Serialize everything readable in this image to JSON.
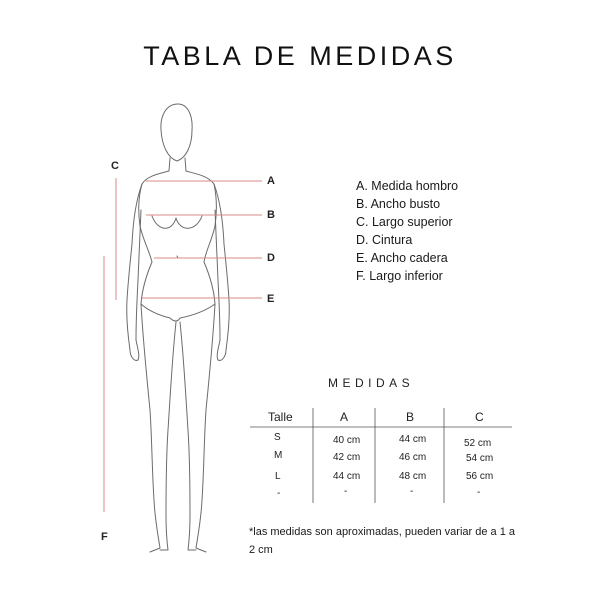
{
  "title": "TABLA DE MEDIDAS",
  "colors": {
    "measure_line": "#d88a8a",
    "outline": "#6b6b6b"
  },
  "figure": {
    "markers": [
      "A",
      "B",
      "C",
      "D",
      "E",
      "F"
    ]
  },
  "legend": [
    "A. Medida hombro",
    "B. Ancho busto",
    "C. Largo superior",
    "D. Cintura",
    "E. Ancho cadera",
    "F. Largo inferior"
  ],
  "measures": {
    "title": "MEDIDAS",
    "headers": [
      "Talle",
      "A",
      "B",
      "C"
    ],
    "rows": [
      [
        "S",
        "40  cm",
        "44 cm",
        "52 cm"
      ],
      [
        "M",
        "42 cm",
        "46 cm",
        "54 cm"
      ],
      [
        "L",
        "44 cm",
        "48 cm",
        "56 cm"
      ],
      [
        "-",
        "-",
        "-",
        "-"
      ]
    ]
  },
  "note": "*las medidas son aproximadas, pueden variar de a 1 a 2 cm"
}
